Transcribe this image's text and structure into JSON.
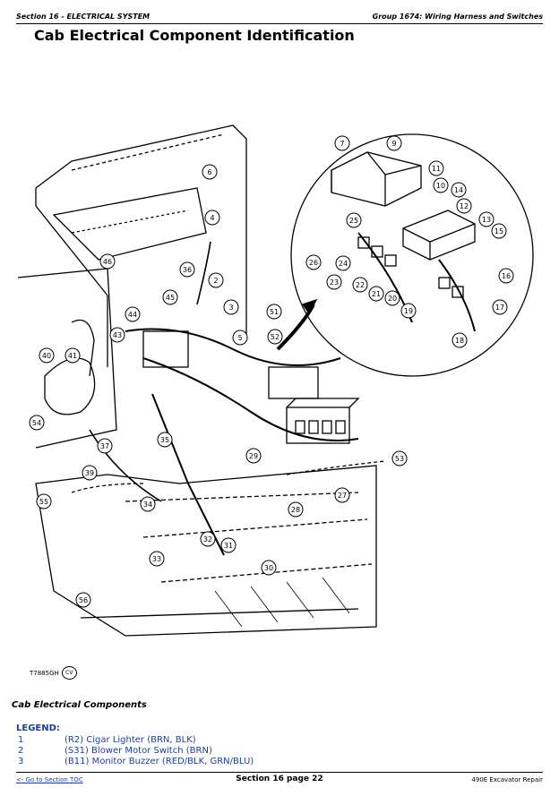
{
  "header": {
    "section": "Section 16 - ELECTRICAL SYSTEM",
    "group": "Group 1674: Wiring Harness and Switches"
  },
  "title": "Cab Electrical Component Identification",
  "figure": {
    "tag": "T7885GH",
    "tag_badge": "CV",
    "callouts": [
      "2",
      "3",
      "4",
      "5",
      "6",
      "7",
      "9",
      "10",
      "11",
      "12",
      "13",
      "14",
      "15",
      "16",
      "17",
      "18",
      "19",
      "20",
      "21",
      "22",
      "23",
      "24",
      "25",
      "26",
      "27",
      "28",
      "29",
      "30",
      "31",
      "32",
      "33",
      "34",
      "35",
      "36",
      "37",
      "39",
      "40",
      "41",
      "43",
      "44",
      "45",
      "46",
      "51",
      "52",
      "53",
      "54",
      "55",
      "56"
    ]
  },
  "subtitle": "Cab Electrical Components",
  "legend": {
    "heading": "LEGEND:",
    "items": [
      {
        "num": "1",
        "text": "(R2) Cigar Lighter (BRN, BLK)"
      },
      {
        "num": "2",
        "text": "(S31) Blower Motor Switch (BRN)"
      },
      {
        "num": "3",
        "text": "(B11) Monitor Buzzer (RED/BLK, GRN/BLU)"
      }
    ]
  },
  "footer": {
    "toc_link": "<- Go to Section TOC",
    "page": "Section 16 page 22",
    "model": "490E Excavator Repair"
  }
}
